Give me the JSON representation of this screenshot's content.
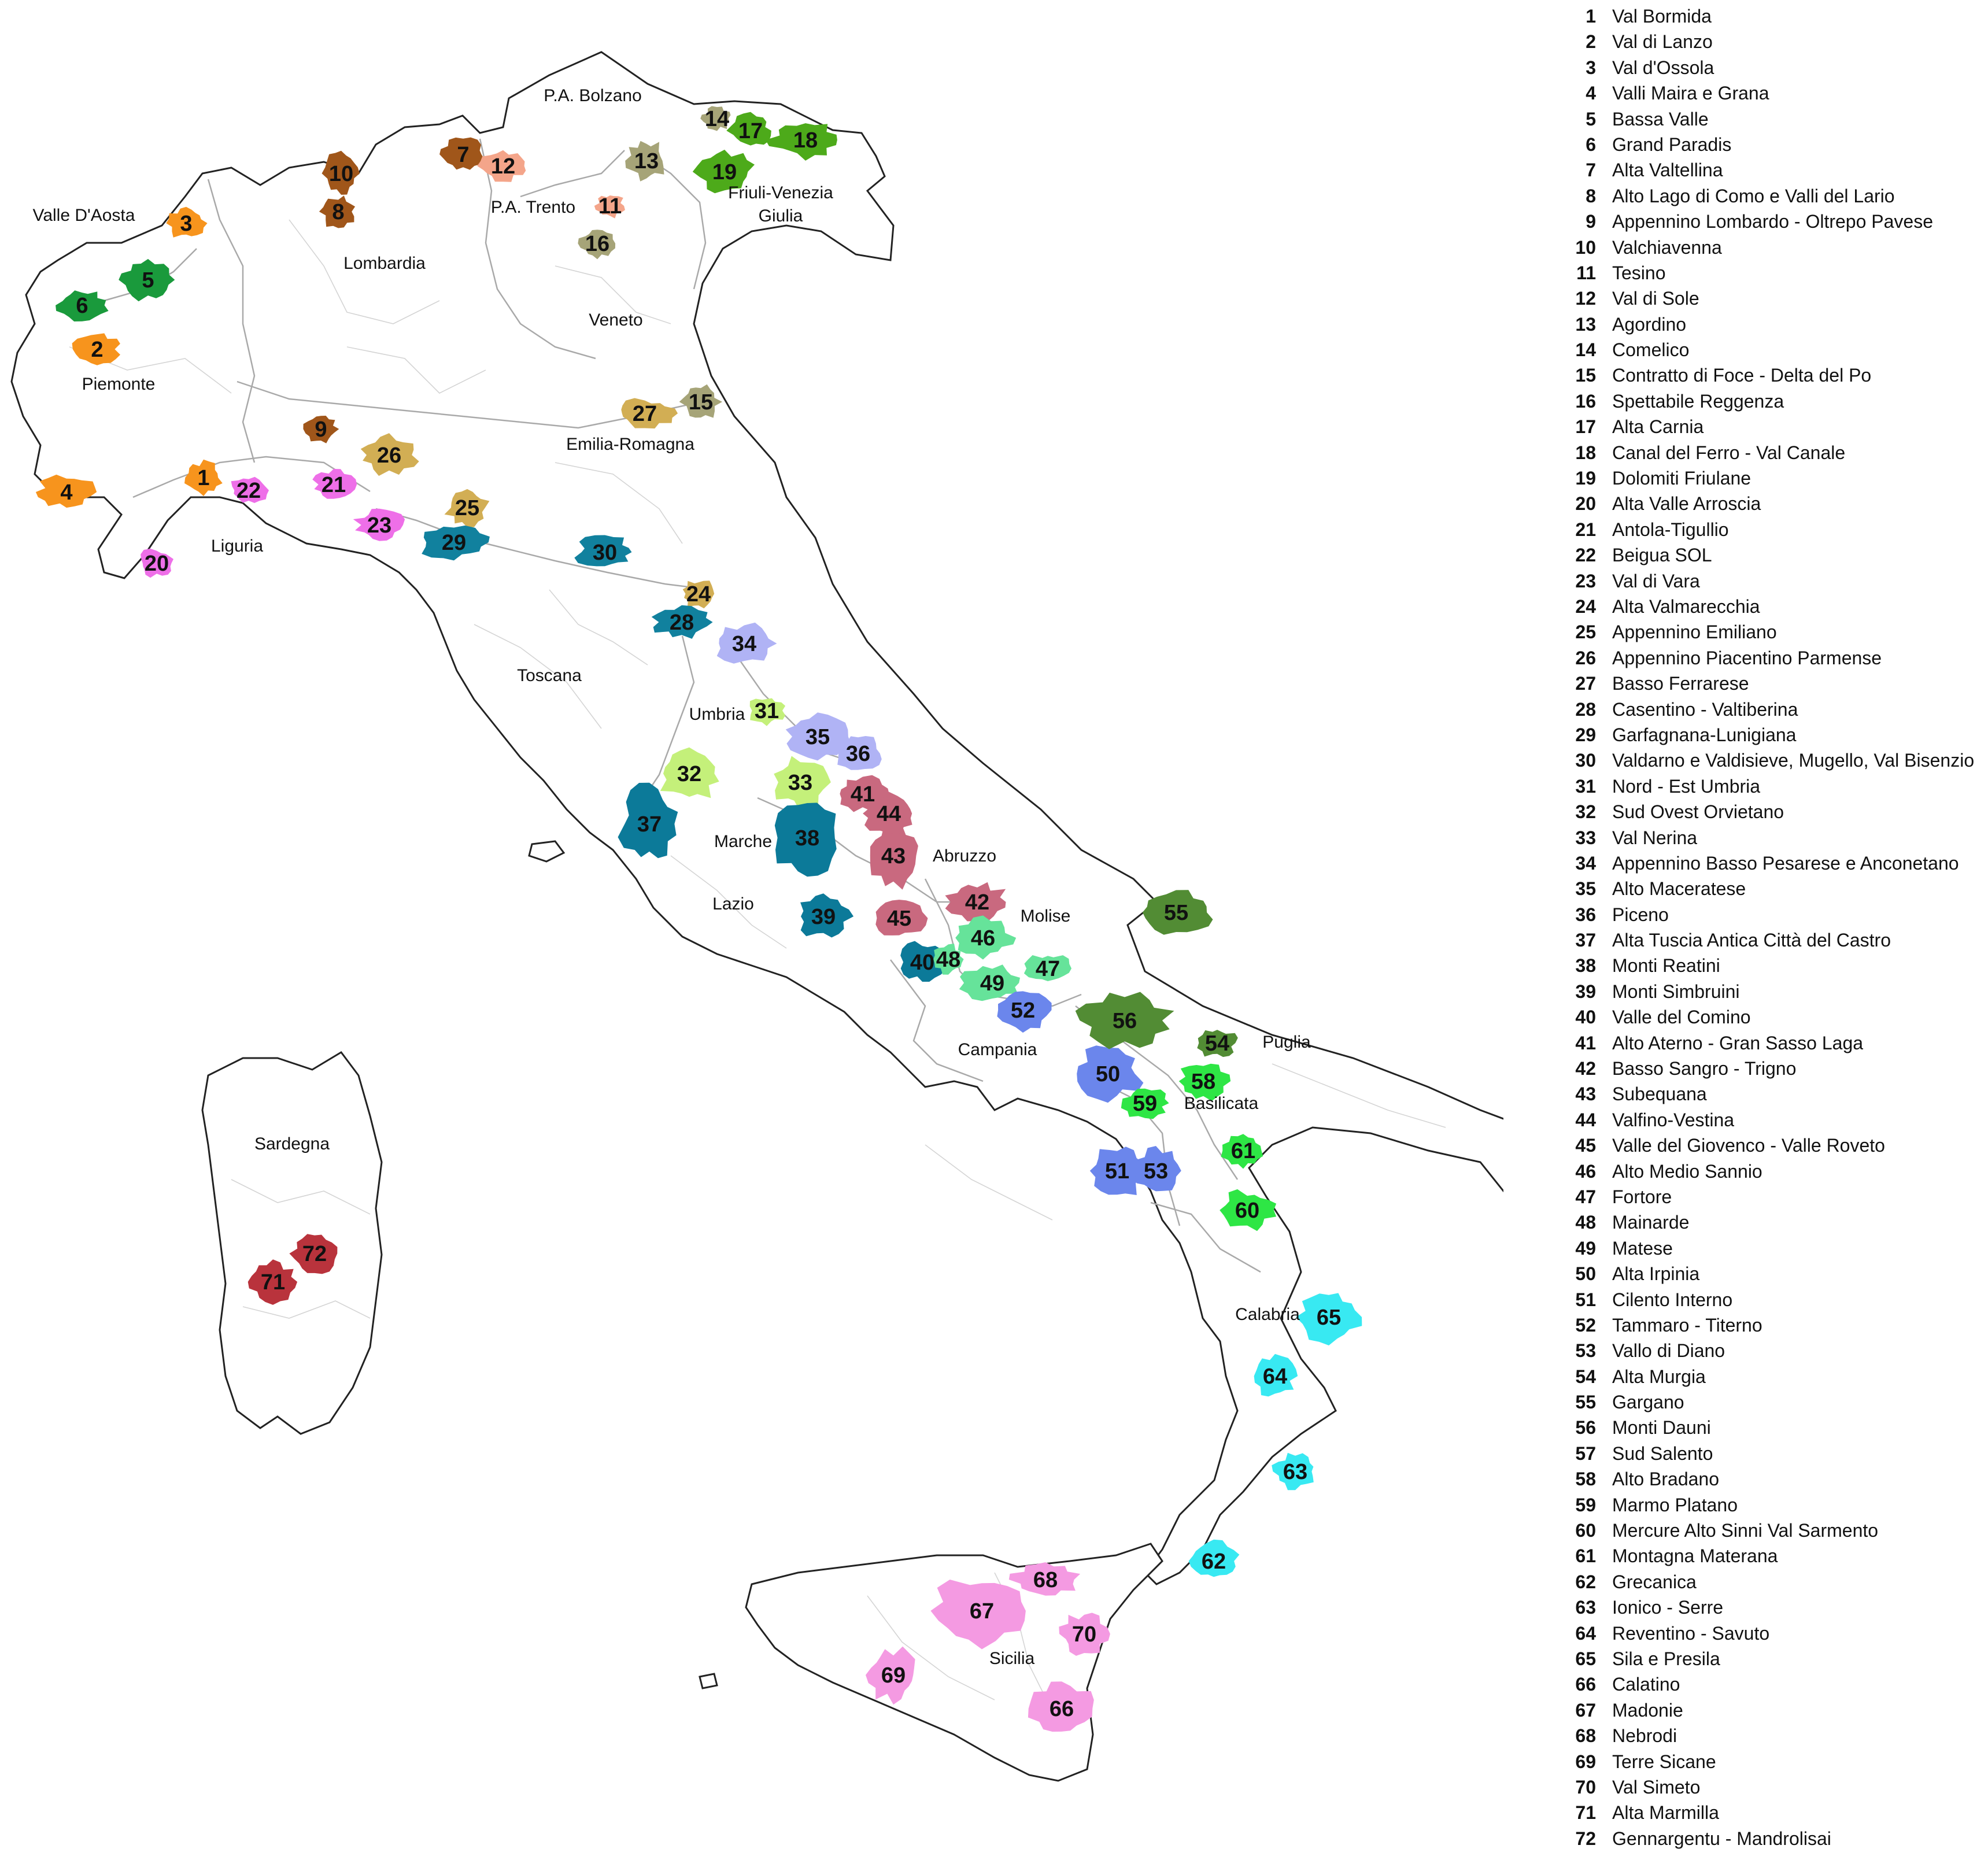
{
  "regions": [
    {
      "name": "Valle D'Aosta"
    },
    {
      "name": "Piemonte"
    },
    {
      "name": "Liguria"
    },
    {
      "name": "Lombardia"
    },
    {
      "name": "P.A. Bolzano"
    },
    {
      "name": "P.A. Trento"
    },
    {
      "name": "Veneto"
    },
    {
      "name": "Friuli-Venezia Giulia"
    },
    {
      "name": "Emilia-Romagna"
    },
    {
      "name": "Toscana"
    },
    {
      "name": "Umbria"
    },
    {
      "name": "Marche"
    },
    {
      "name": "Lazio"
    },
    {
      "name": "Abruzzo"
    },
    {
      "name": "Molise"
    },
    {
      "name": "Campania"
    },
    {
      "name": "Puglia"
    },
    {
      "name": "Basilicata"
    },
    {
      "name": "Calabria"
    },
    {
      "name": "Sicilia"
    },
    {
      "name": "Sardegna"
    }
  ],
  "areas": [
    {
      "num": "1",
      "name": "Val Bormida",
      "color": "#f7941d"
    },
    {
      "num": "2",
      "name": "Val di Lanzo",
      "color": "#f7941d"
    },
    {
      "num": "3",
      "name": "Val d'Ossola",
      "color": "#f7941d"
    },
    {
      "num": "4",
      "name": "Valli Maira e Grana",
      "color": "#f7941d"
    },
    {
      "num": "5",
      "name": "Bassa Valle",
      "color": "#1a9a3c"
    },
    {
      "num": "6",
      "name": "Grand Paradis",
      "color": "#1a9a3c"
    },
    {
      "num": "7",
      "name": "Alta Valtellina",
      "color": "#a0561a"
    },
    {
      "num": "8",
      "name": "Alto Lago di Como e Valli del Lario",
      "color": "#a0561a"
    },
    {
      "num": "9",
      "name": "Appennino Lombardo - Oltrepo Pavese",
      "color": "#a0561a"
    },
    {
      "num": "10",
      "name": "Valchiavenna",
      "color": "#a0561a"
    },
    {
      "num": "11",
      "name": "Tesino",
      "color": "#f4a58a"
    },
    {
      "num": "12",
      "name": "Val di Sole",
      "color": "#f4a58a"
    },
    {
      "num": "13",
      "name": "Agordino",
      "color": "#a6a478"
    },
    {
      "num": "14",
      "name": "Comelico",
      "color": "#a6a478"
    },
    {
      "num": "15",
      "name": "Contratto di Foce - Delta del Po",
      "color": "#a6a478"
    },
    {
      "num": "16",
      "name": "Spettabile Reggenza",
      "color": "#a6a478"
    },
    {
      "num": "17",
      "name": "Alta Carnia",
      "color": "#4daa1a"
    },
    {
      "num": "18",
      "name": "Canal del Ferro - Val Canale",
      "color": "#4daa1a"
    },
    {
      "num": "19",
      "name": "Dolomiti Friulane",
      "color": "#4daa1a"
    },
    {
      "num": "20",
      "name": "Alta Valle Arroscia",
      "color": "#ee6fe8"
    },
    {
      "num": "21",
      "name": "Antola-Tigullio",
      "color": "#ee6fe8"
    },
    {
      "num": "22",
      "name": "Beigua SOL",
      "color": "#ee6fe8"
    },
    {
      "num": "23",
      "name": "Val di Vara",
      "color": "#ee6fe8"
    },
    {
      "num": "24",
      "name": "Alta Valmarecchia",
      "color": "#d2ae54"
    },
    {
      "num": "25",
      "name": "Appennino Emiliano",
      "color": "#d2ae54"
    },
    {
      "num": "26",
      "name": "Appennino Piacentino Parmense",
      "color": "#d2ae54"
    },
    {
      "num": "27",
      "name": "Basso Ferrarese",
      "color": "#d2ae54"
    },
    {
      "num": "28",
      "name": "Casentino - Valtiberina",
      "color": "#11819e"
    },
    {
      "num": "29",
      "name": "Garfagnana-Lunigiana",
      "color": "#11819e"
    },
    {
      "num": "30",
      "name": "Valdarno e Valdisieve, Mugello, Val Bisenzio",
      "color": "#11819e"
    },
    {
      "num": "31",
      "name": "Nord - Est Umbria",
      "color": "#c4f07a"
    },
    {
      "num": "32",
      "name": "Sud Ovest Orvietano",
      "color": "#c4f07a"
    },
    {
      "num": "33",
      "name": "Val Nerina",
      "color": "#c4f07a"
    },
    {
      "num": "34",
      "name": "Appennino Basso Pesarese e Anconetano",
      "color": "#b0b3f5"
    },
    {
      "num": "35",
      "name": "Alto Maceratese",
      "color": "#b0b3f5"
    },
    {
      "num": "36",
      "name": "Piceno",
      "color": "#b0b3f5"
    },
    {
      "num": "37",
      "name": "Alta Tuscia Antica Città del Castro",
      "color": "#0c7a99"
    },
    {
      "num": "38",
      "name": "Monti Reatini",
      "color": "#0c7a99"
    },
    {
      "num": "39",
      "name": "Monti Simbruini",
      "color": "#0c7a99"
    },
    {
      "num": "40",
      "name": "Valle del Comino",
      "color": "#0c7a99"
    },
    {
      "num": "41",
      "name": "Alto Aterno - Gran Sasso Laga",
      "color": "#c9697f"
    },
    {
      "num": "42",
      "name": "Basso Sangro - Trigno",
      "color": "#c9697f"
    },
    {
      "num": "43",
      "name": "Subequana",
      "color": "#c9697f"
    },
    {
      "num": "44",
      "name": "Valfino-Vestina",
      "color": "#c9697f"
    },
    {
      "num": "45",
      "name": "Valle del Giovenco - Valle Roveto",
      "color": "#c9697f"
    },
    {
      "num": "46",
      "name": "Alto Medio Sannio",
      "color": "#66e39a"
    },
    {
      "num": "47",
      "name": "Fortore",
      "color": "#66e39a"
    },
    {
      "num": "48",
      "name": "Mainarde",
      "color": "#66e39a"
    },
    {
      "num": "49",
      "name": "Matese",
      "color": "#66e39a"
    },
    {
      "num": "50",
      "name": "Alta Irpinia",
      "color": "#6b86ec"
    },
    {
      "num": "51",
      "name": "Cilento Interno",
      "color": "#6b86ec"
    },
    {
      "num": "52",
      "name": "Tammaro - Titerno",
      "color": "#6b86ec"
    },
    {
      "num": "53",
      "name": "Vallo di Diano",
      "color": "#6b86ec"
    },
    {
      "num": "54",
      "name": "Alta Murgia",
      "color": "#528c34"
    },
    {
      "num": "55",
      "name": "Gargano",
      "color": "#528c34"
    },
    {
      "num": "56",
      "name": "Monti Dauni",
      "color": "#528c34"
    },
    {
      "num": "57",
      "name": "Sud Salento",
      "color": "#528c34"
    },
    {
      "num": "58",
      "name": "Alto Bradano",
      "color": "#2ee645"
    },
    {
      "num": "59",
      "name": "Marmo Platano",
      "color": "#2ee645"
    },
    {
      "num": "60",
      "name": "Mercure Alto Sinni Val Sarmento",
      "color": "#2ee645"
    },
    {
      "num": "61",
      "name": "Montagna Materana",
      "color": "#2ee645"
    },
    {
      "num": "62",
      "name": "Grecanica",
      "color": "#38e9f2"
    },
    {
      "num": "63",
      "name": "Ionico - Serre",
      "color": "#38e9f2"
    },
    {
      "num": "64",
      "name": "Reventino - Savuto",
      "color": "#38e9f2"
    },
    {
      "num": "65",
      "name": "Sila e Presila",
      "color": "#38e9f2"
    },
    {
      "num": "66",
      "name": "Calatino",
      "color": "#f49ae2"
    },
    {
      "num": "67",
      "name": "Madonie",
      "color": "#f49ae2"
    },
    {
      "num": "68",
      "name": "Nebrodi",
      "color": "#f49ae2"
    },
    {
      "num": "69",
      "name": "Terre Sicane",
      "color": "#f49ae2"
    },
    {
      "num": "70",
      "name": "Val Simeto",
      "color": "#f49ae2"
    },
    {
      "num": "71",
      "name": "Alta Marmilla",
      "color": "#b9333c"
    },
    {
      "num": "72",
      "name": "Gennargentu - Mandrolisai",
      "color": "#b9333c"
    }
  ]
}
